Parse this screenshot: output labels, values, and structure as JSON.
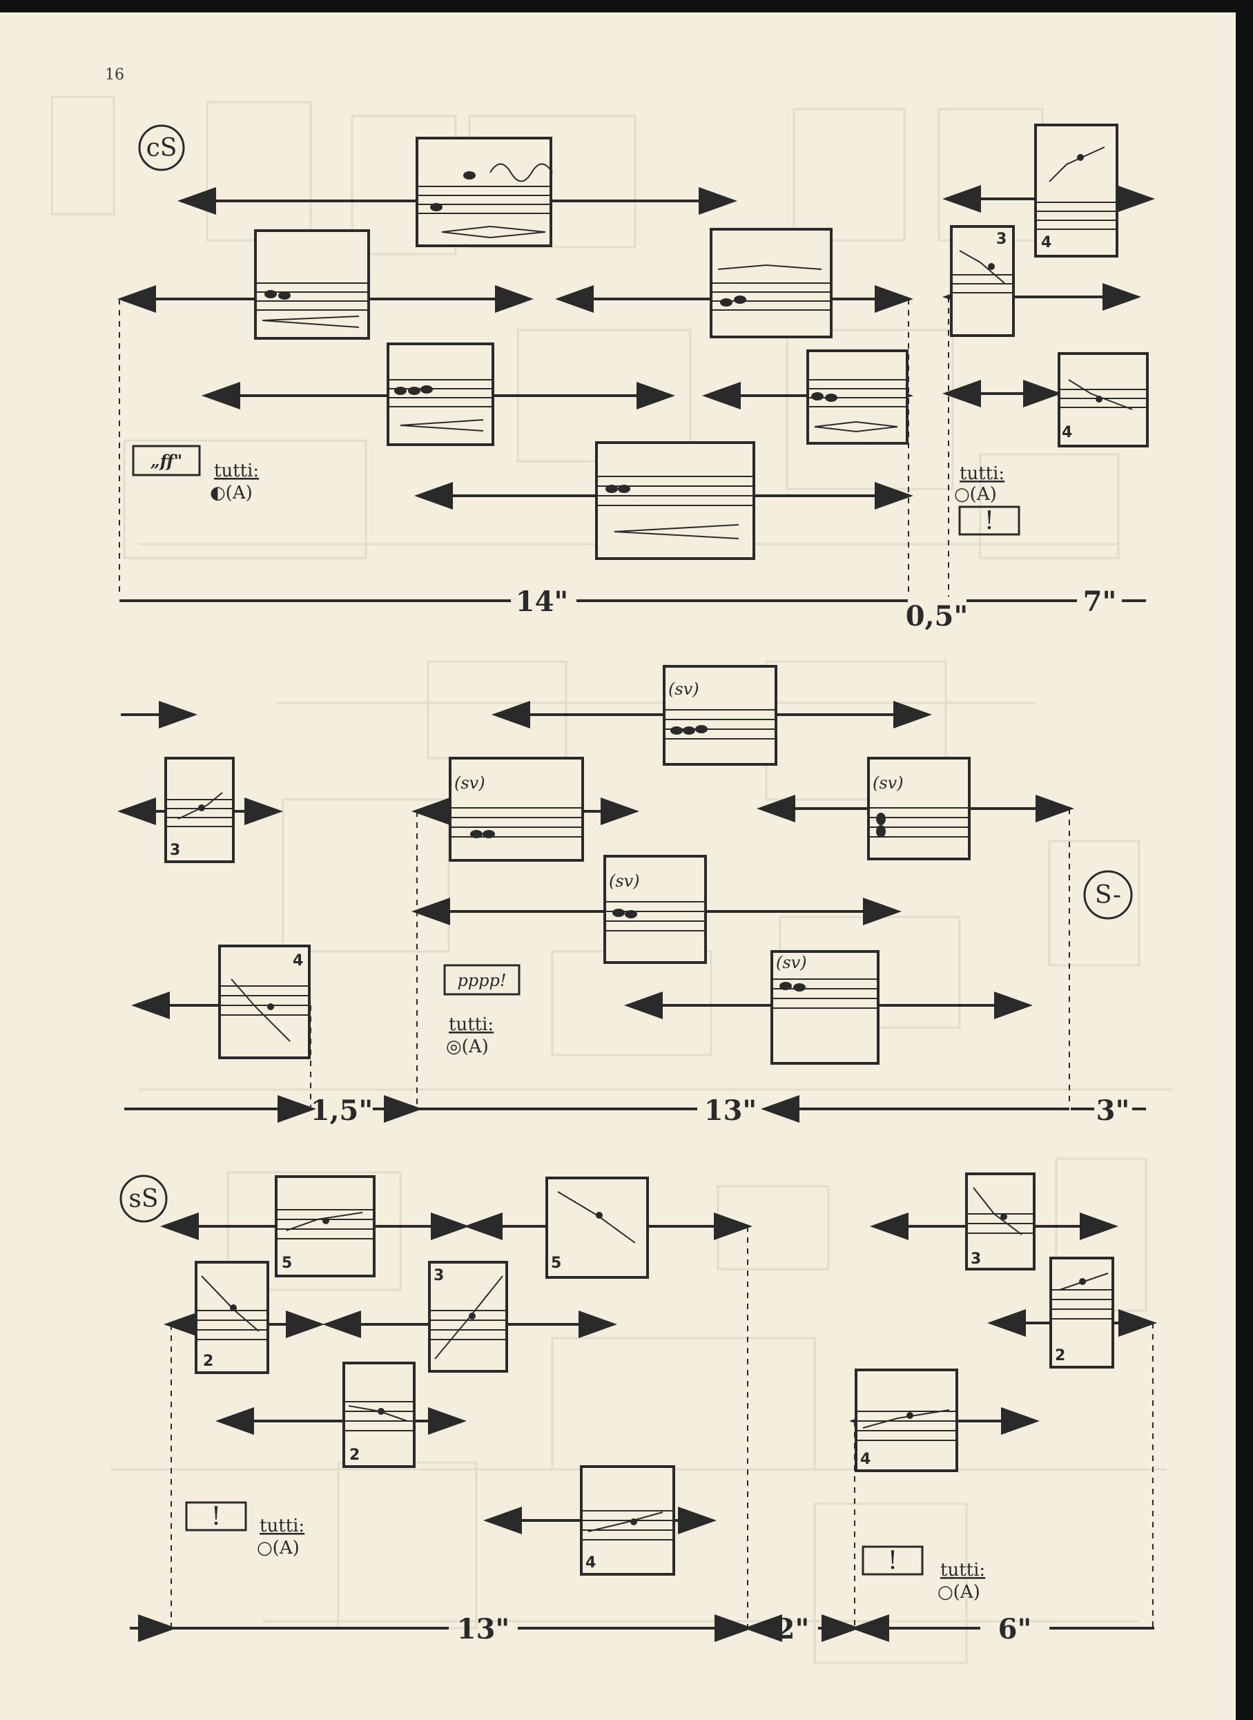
{
  "page_number": "16",
  "section1": {
    "section_symbol": "cS",
    "dynamic": "„ff\"",
    "tutti_label": "tutti:",
    "tutti_value": "◐(A)",
    "tutti2_label": "tutti:",
    "tutti2_value": "○(A)",
    "exclaim": "!",
    "durations": [
      "14\"",
      "0,5\"",
      "7\""
    ],
    "box_numbers": [
      "3",
      "4",
      "4"
    ]
  },
  "section2": {
    "section_symbol": "S-",
    "dynamic": "pppp!",
    "tutti_label": "tutti:",
    "tutti_value": "◎(A)",
    "sv_label": "(sv)",
    "durations": [
      "1,5\"",
      "13\"",
      "3\""
    ],
    "box_numbers": [
      "3",
      "4"
    ]
  },
  "section3": {
    "section_symbol": "sS",
    "exclaim": "!",
    "tutti_label": "tutti:",
    "tutti_value": "○(A)",
    "durations": [
      "13\"",
      "2\"",
      "6\""
    ],
    "box_numbers": [
      "5",
      "5",
      "3",
      "2",
      "3",
      "2",
      "2",
      "4",
      "4"
    ]
  },
  "colors": {
    "paper": "#f3eedd",
    "ink": "#2a2a2a",
    "ghost": "#e2dccb"
  }
}
